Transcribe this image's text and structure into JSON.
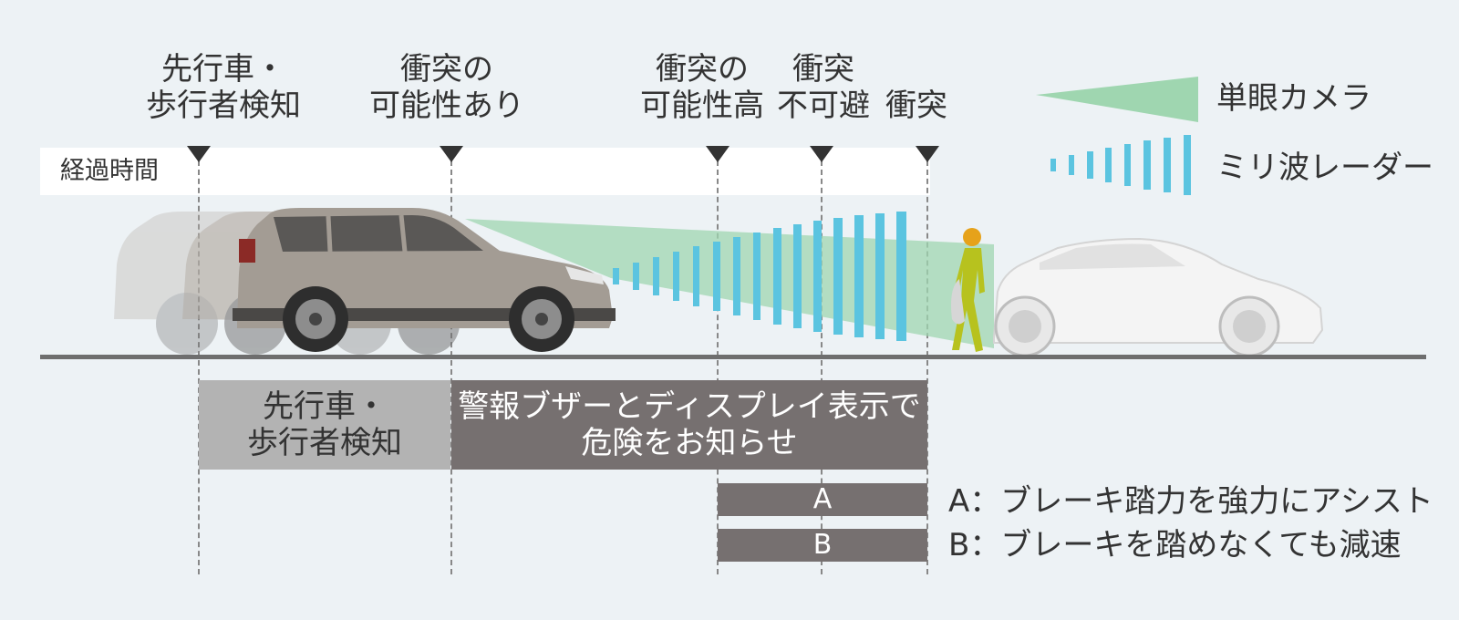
{
  "stages": [
    {
      "line1": "先行車・",
      "line2": "歩行者検知"
    },
    {
      "line1": "衝突の",
      "line2": "可能性あり"
    },
    {
      "line1": "衝突の",
      "line2": "可能性高"
    },
    {
      "line1": "衝突",
      "line2": "不可避"
    },
    {
      "line1": "",
      "line2": "衝突"
    }
  ],
  "timeline": {
    "label": "経過時間"
  },
  "legend": {
    "camera": "単眼カメラ",
    "radar": "ミリ波レーダー"
  },
  "phases": {
    "detect": {
      "line1": "先行車・",
      "line2": "歩行者検知"
    },
    "warn": {
      "line1": "警報ブザーとディスプレイ表示で",
      "line2": "危険をお知らせ"
    },
    "a_label": "A",
    "b_label": "B"
  },
  "notes": {
    "a": "A：ブレーキ踏力を強力にアシスト",
    "b": "B：ブレーキを踏めなくても減速"
  },
  "colors": {
    "camera_green": "#9fd6b0",
    "radar_blue": "#5bc4e0",
    "pedestrian": "#b7c21e",
    "dark_box": "#767070",
    "light_box": "#b3b3b3"
  }
}
